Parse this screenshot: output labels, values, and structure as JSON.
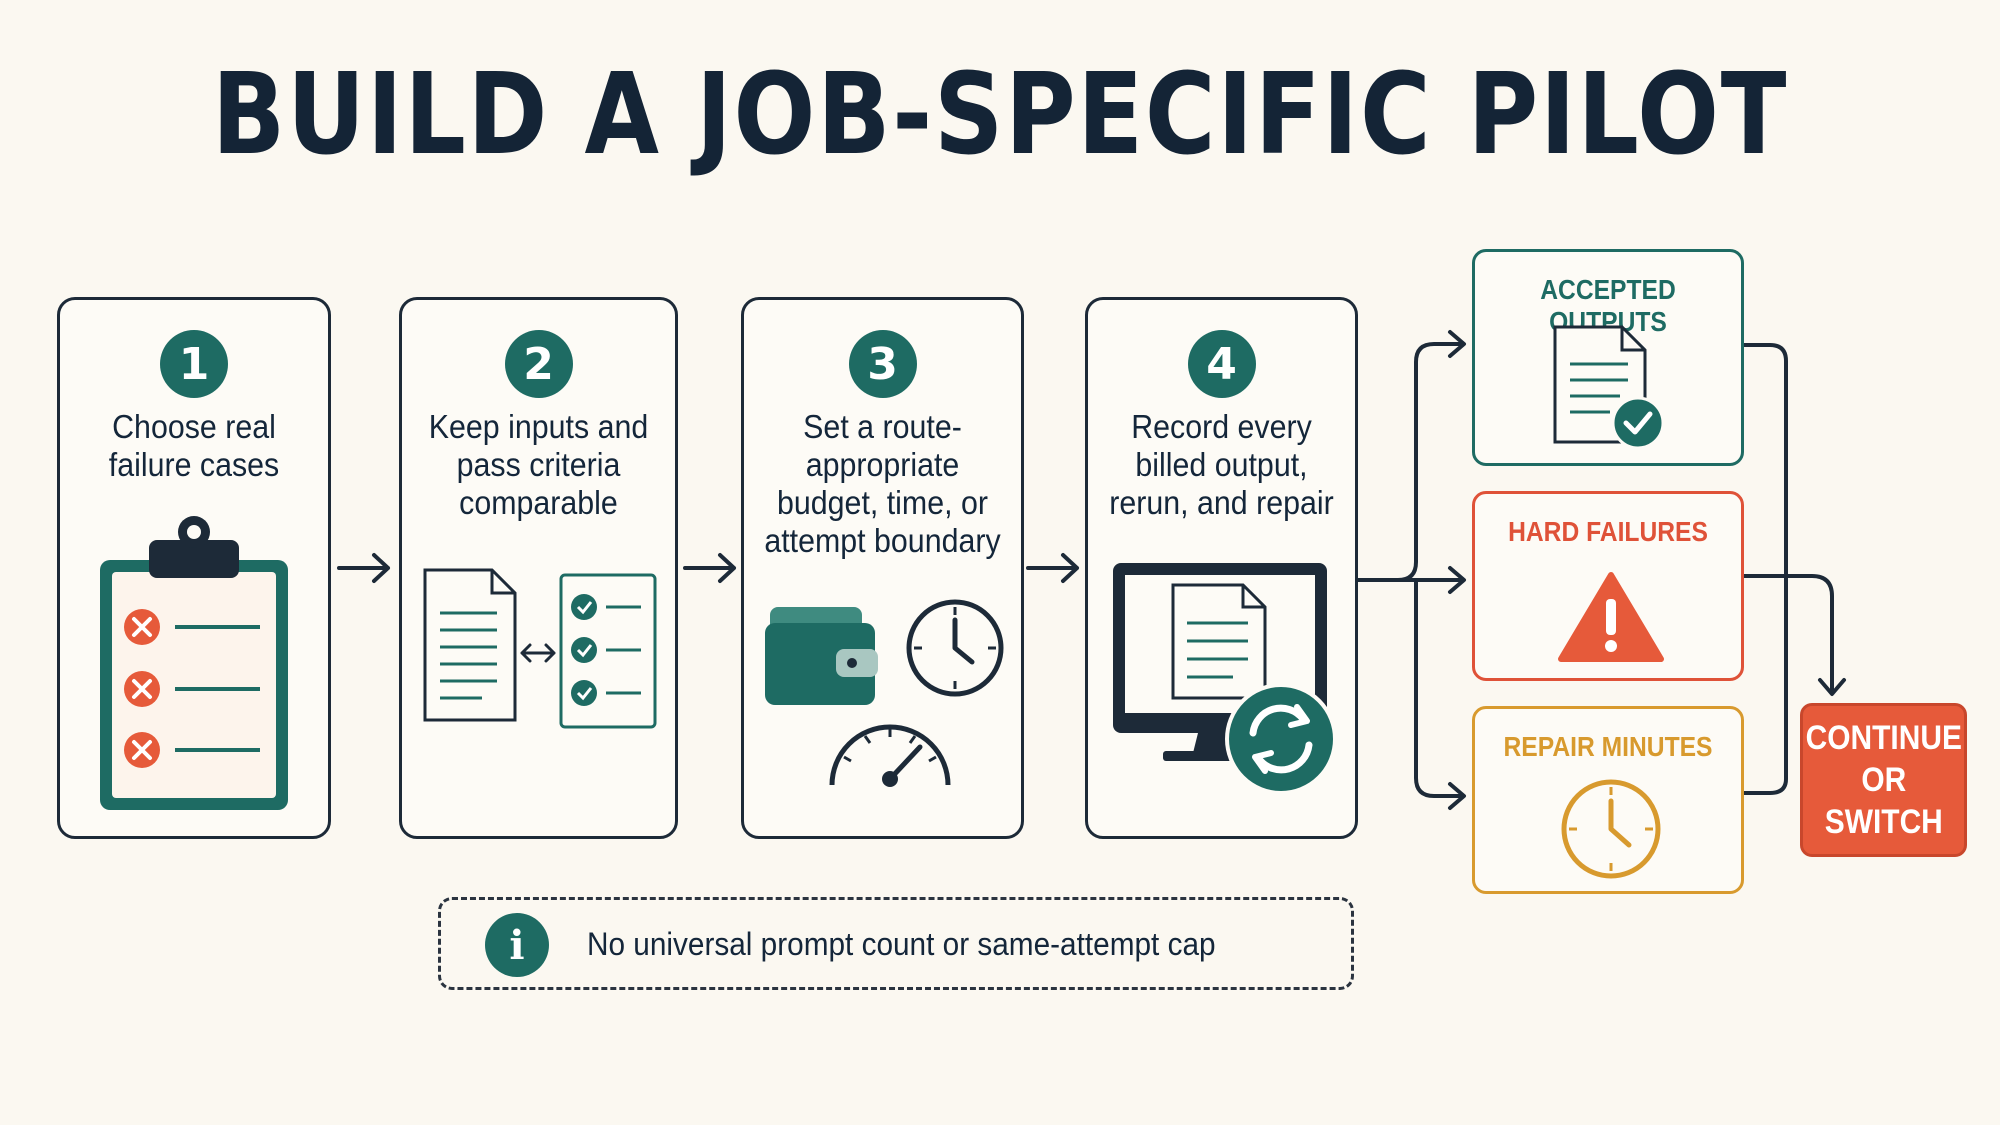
{
  "title": "BUILD A JOB-SPECIFIC PILOT",
  "steps": [
    {
      "number": "1",
      "text": "Choose real failure cases",
      "icon": "clipboard-failures-icon"
    },
    {
      "number": "2",
      "text": "Keep inputs and pass criteria comparable",
      "icon": "document-compare-checklist-icon"
    },
    {
      "number": "3",
      "text": "Set a route-appropriate budget, time, or attempt boundary",
      "icon": "wallet-clock-gauge-icon"
    },
    {
      "number": "4",
      "text": "Record every billed output, rerun, and repair",
      "icon": "monitor-refresh-icon"
    }
  ],
  "outcomes": [
    {
      "label": "ACCEPTED OUTPUTS",
      "color": "#1e6b63",
      "icon": "document-check-icon"
    },
    {
      "label": "HARD FAILURES",
      "color": "#df5238",
      "icon": "warning-icon"
    },
    {
      "label": "REPAIR MINUTES",
      "color": "#d89a2e",
      "icon": "clock-icon"
    }
  ],
  "decision": {
    "label": "CONTINUE\nOR SWITCH",
    "color": "#e65a3a"
  },
  "note": {
    "text": "No universal prompt count or same-attempt cap",
    "icon": "info-icon"
  }
}
